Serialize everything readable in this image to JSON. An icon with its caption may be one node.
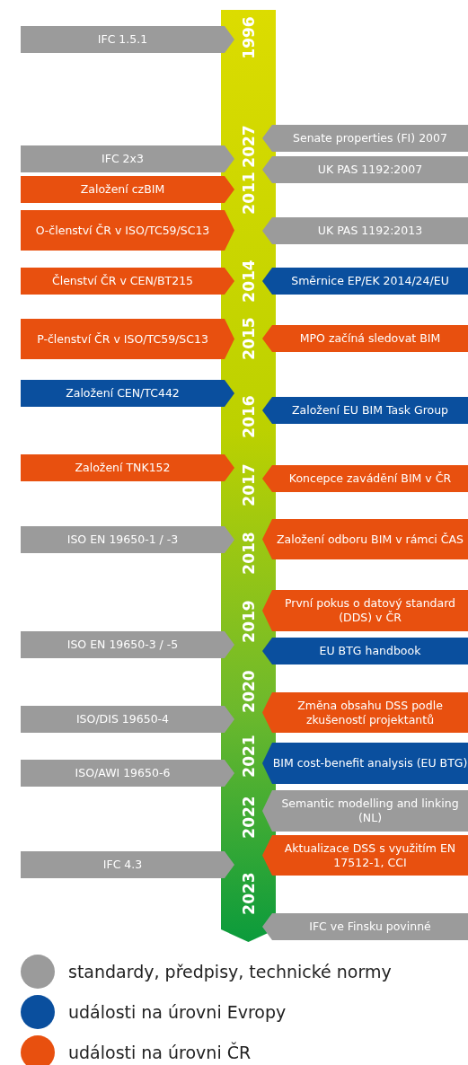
{
  "diagram": {
    "nodes": [
      {
        "text": [
          "IFC 1.5.1"
        ]
      },
      {
        "text": [
          "Senate properties (FI) 2007"
        ]
      },
      {
        "text": [
          "IFC 2x3"
        ]
      },
      {
        "text": [
          "UK PAS 1192:2007"
        ]
      },
      {
        "text": [
          "Založení czBIM"
        ]
      },
      {
        "text": [
          "O-členství ČR v ISO/TC59/SC13"
        ]
      },
      {
        "text": [
          "UK PAS 1192:2013"
        ]
      },
      {
        "text": [
          "Členství ČR v CEN/BT215"
        ]
      },
      {
        "text": [
          "Směrnice EP/EK 2014/24/EU"
        ]
      },
      {
        "text": [
          "P-členství ČR v ISO/TC59/SC13"
        ]
      },
      {
        "text": [
          "MPO začíná sledovat BIM"
        ]
      },
      {
        "text": [
          "Založení CEN/TC442"
        ]
      },
      {
        "text": [
          "Založení EU BIM Task Group"
        ]
      },
      {
        "text": [
          "Založení TNK152"
        ]
      },
      {
        "text": [
          "Koncepce zavádění BIM v ČR"
        ]
      },
      {
        "text": [
          "ISO EN 19650-1 / -3"
        ]
      },
      {
        "text": [
          "Založení odboru BIM v rámci ČAS"
        ]
      },
      {
        "text": [
          "První pokus o datový standard (DDS) v ČR"
        ]
      },
      {
        "text": [
          "ISO EN 19650-3 / -5"
        ]
      },
      {
        "text": [
          "EU BTG handbook"
        ]
      },
      {
        "text": [
          "Změna obsahu DSS podle zkušeností projektantů"
        ]
      },
      {
        "text": [
          "ISO/DIS 19650-4"
        ]
      },
      {
        "text": [
          "BIM cost-benefit analysis (EU BTG)"
        ]
      },
      {
        "text": [
          "ISO/AWI 19650-6"
        ]
      },
      {
        "text": [
          "Semantic modelling and linking (NL)"
        ]
      },
      {
        "text": [
          "Aktualizace DSS s využitím EN 17512-1, CCI"
        ]
      },
      {
        "text": [
          "IFC 4.3"
        ]
      },
      {
        "text": [
          "IFC ve Finsku povinné"
        ]
      }
    ],
    "labels": [
      "1996",
      "2027",
      "2011",
      "2014",
      "2015",
      "2016",
      "2017",
      "2018",
      "2019",
      "2020",
      "2021",
      "2022",
      "2023"
    ],
    "legend": [
      {
        "text": "standardy, předpisy, technické normy",
        "color": "#9b9b9b"
      },
      {
        "text": "události na úrovni Evropy",
        "color": "#0a4f9e"
      },
      {
        "text": "události na úrovni ČR",
        "color": "#e8500f"
      }
    ]
  }
}
